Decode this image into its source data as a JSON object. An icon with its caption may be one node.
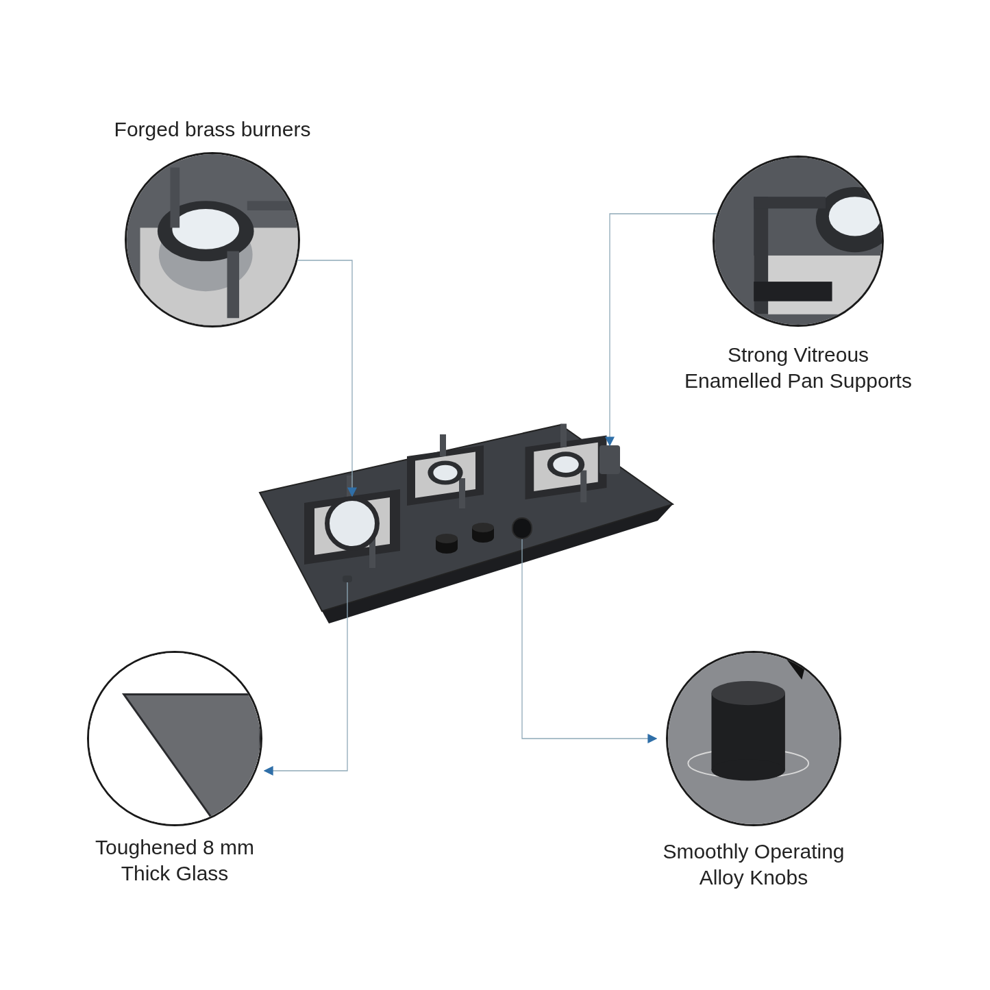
{
  "diagram": {
    "nodes": [
      {
        "text": [
          "Forged brass burners"
        ]
      },
      {
        "text": [
          "Strong Vitreous Enamelled Pan Supports"
        ]
      },
      {
        "text": [
          "Toughened 8 mm Thick Glass"
        ]
      },
      {
        "text": [
          "Smoothly Operating Alloy Knobs"
        ]
      },
      {
        "text": [],
        "shape": "picture"
      },
      {
        "text": [],
        "shape": "circle",
        "in": 4
      },
      {
        "text": [],
        "shape": "bar",
        "in": 4
      },
      {
        "text": [],
        "shape": "box",
        "in": 4
      },
      {
        "text": [],
        "shape": "circle",
        "in": 4
      }
    ],
    "edges": [
      {
        "from": 0,
        "to": 5,
        "arrow": "to"
      },
      {
        "from": 1,
        "to": 6,
        "arrow": "to"
      },
      {
        "from": 7,
        "to": 2,
        "arrow": "to"
      },
      {
        "from": 8,
        "to": 3,
        "arrow": "to"
      }
    ]
  }
}
